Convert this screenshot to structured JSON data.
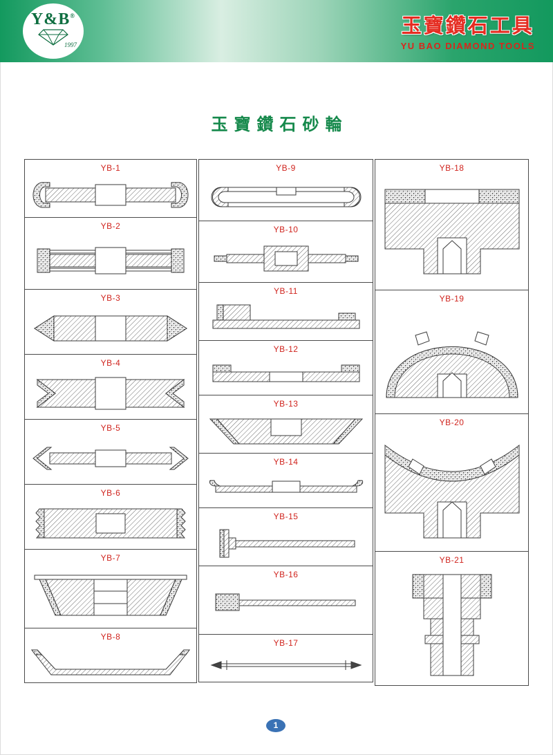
{
  "header": {
    "logo": {
      "text": "Y&B",
      "reg": "®",
      "year": "1997"
    },
    "brand_cn": "玉寶鑽石工具",
    "brand_en": "YU BAO DIAMOND TOOLS"
  },
  "title": "玉寶鑽石砂輪",
  "cells": [
    {
      "label": "YB-1"
    },
    {
      "label": "YB-2"
    },
    {
      "label": "YB-3"
    },
    {
      "label": "YB-4"
    },
    {
      "label": "YB-5"
    },
    {
      "label": "YB-6"
    },
    {
      "label": "YB-7"
    },
    {
      "label": "YB-8"
    },
    {
      "label": "YB-9"
    },
    {
      "label": "YB-10"
    },
    {
      "label": "YB-11"
    },
    {
      "label": "YB-12"
    },
    {
      "label": "YB-13"
    },
    {
      "label": "YB-14"
    },
    {
      "label": "YB-15"
    },
    {
      "label": "YB-16"
    },
    {
      "label": "YB-17"
    },
    {
      "label": "YB-18"
    },
    {
      "label": "YB-19"
    },
    {
      "label": "YB-20"
    },
    {
      "label": "YB-21"
    }
  ],
  "footer": {
    "page": "1"
  },
  "colors": {
    "brand_green": "#15894b",
    "label_red": "#d0241e",
    "badge_blue": "#3a72b5"
  }
}
